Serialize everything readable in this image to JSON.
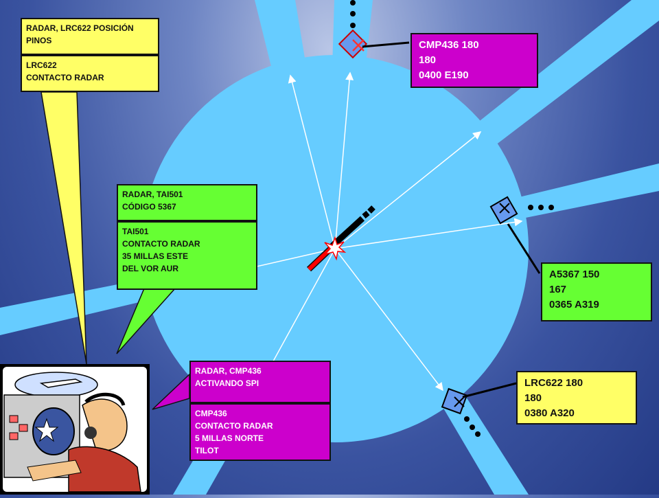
{
  "messages": {
    "lrc622_pilot": {
      "lines": [
        "RADAR, LRC622 POSICIÓN",
        "PINOS"
      ]
    },
    "lrc622_atc": {
      "lines": [
        "LRC622",
        "CONTACTO RADAR"
      ]
    },
    "tai501_pilot": {
      "lines": [
        "RADAR, TAI501",
        "CÓDIGO 5367"
      ]
    },
    "tai501_atc": {
      "lines": [
        "TAI501",
        "CONTACTO RADAR",
        "35 MILLAS ESTE",
        "DEL VOR AUR"
      ]
    },
    "cmp436_pilot": {
      "lines": [
        "RADAR, CMP436",
        "ACTIVANDO SPI"
      ]
    },
    "cmp436_atc": {
      "lines": [
        "CMP436",
        "CONTACTO RADAR",
        "5 MILLAS NORTE",
        "TILOT"
      ]
    }
  },
  "labels": {
    "cmp436": {
      "lines": [
        "CMP436 180",
        "180",
        "0400 E190"
      ]
    },
    "a5367": {
      "lines": [
        "A5367 150",
        "167",
        "0365 A319"
      ]
    },
    "lrc622": {
      "lines": [
        "LRC622 180",
        "180",
        "0380 A320"
      ]
    }
  },
  "colors": {
    "yellow": "#ffff66",
    "green": "#66ff33",
    "magenta": "#cc00cc",
    "radar_fill": "#66ccff",
    "runway": "#ff0000"
  },
  "icons": [
    "controller-illustration",
    "vor-star-icon",
    "aircraft-target-icon",
    "descent-arrow-icon"
  ]
}
